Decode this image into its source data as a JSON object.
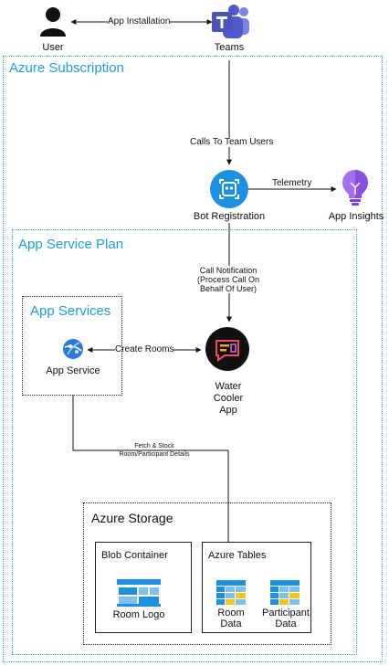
{
  "nodes": {
    "user": {
      "label": "User",
      "icon": "user-icon"
    },
    "teams": {
      "label": "Teams",
      "icon": "teams-icon"
    },
    "bot_registration": {
      "label": "Bot Registration",
      "icon": "bot-icon"
    },
    "app_insights": {
      "label": "App Insights",
      "icon": "lightbulb-icon"
    },
    "water_cooler_app": {
      "label_lines": [
        "Water",
        "Cooler",
        "App"
      ],
      "icon": "chat-app-icon"
    },
    "app_service": {
      "label": "App Service",
      "icon": "app-service-icon"
    },
    "room_logo": {
      "label": "Room Logo",
      "icon": "blob-icon"
    },
    "room_data": {
      "label_lines": [
        "Room",
        "Data"
      ],
      "icon": "table-icon"
    },
    "participant_data": {
      "label_lines": [
        "Participant",
        "Data"
      ],
      "icon": "table-icon"
    }
  },
  "groups": {
    "azure_subscription": "Azure Subscription",
    "app_service_plan": "App Service Plan",
    "app_services": "App Services",
    "azure_storage": "Azure Storage",
    "blob_container": "Blob Container",
    "azure_tables": "Azure Tables"
  },
  "edges": {
    "app_installation": "App Installation",
    "calls_to_team_users": "Calls To Team Users",
    "telemetry": "Telemetry",
    "call_notification_lines": [
      "Call Notification",
      "(Process Call On",
      "Behalf Of User)"
    ],
    "create_rooms": "Create Rooms",
    "fetch_store_lines": [
      "Fetch & Stock",
      "Room/Participant Details"
    ]
  },
  "colors": {
    "azure_blue": "#1ba1d9",
    "teams_purple": "#5059c9",
    "insights_purple": "#9b59e8",
    "storage_blue": "#1f8fe0"
  }
}
